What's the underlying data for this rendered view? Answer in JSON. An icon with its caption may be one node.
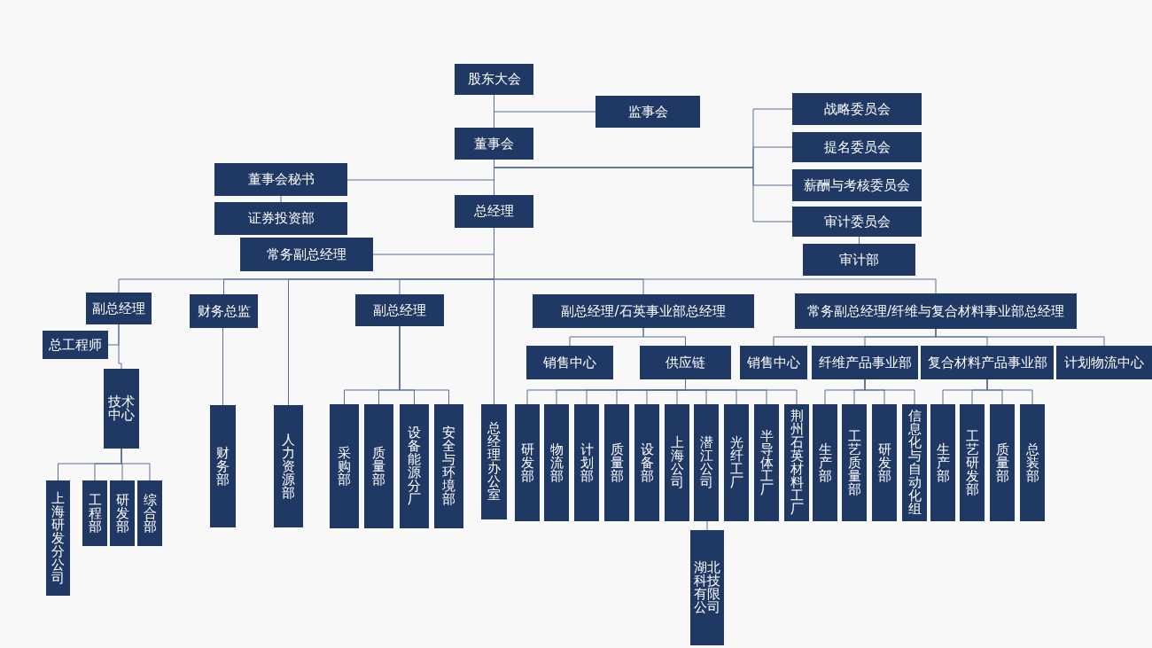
{
  "diagram": {
    "nodes": [
      {
        "text": [
          "股东大会"
        ]
      },
      {
        "text": [
          "监事会"
        ]
      },
      {
        "text": [
          "董事会"
        ]
      },
      {
        "text": [
          "战略委员会"
        ]
      },
      {
        "text": [
          "提名委员会"
        ]
      },
      {
        "text": [
          "薪酬与考核委员会"
        ]
      },
      {
        "text": [
          "审计委员会"
        ]
      },
      {
        "text": [
          "审计部"
        ]
      },
      {
        "text": [
          "董事会秘书"
        ]
      },
      {
        "text": [
          "证券投资部"
        ]
      },
      {
        "text": [
          "总经理"
        ]
      },
      {
        "text": [
          "常务副总经理"
        ]
      },
      {
        "text": [
          "副总经理"
        ]
      },
      {
        "text": [
          "总工程师"
        ]
      },
      {
        "text": [
          "技术中心"
        ]
      },
      {
        "text": [
          "上海研发分公司"
        ]
      },
      {
        "text": [
          "工程部"
        ]
      },
      {
        "text": [
          "研发部"
        ]
      },
      {
        "text": [
          "综合部"
        ]
      },
      {
        "text": [
          "财务总监"
        ]
      },
      {
        "text": [
          "财务部"
        ]
      },
      {
        "text": [
          "人力资源部"
        ]
      },
      {
        "text": [
          "副总经理"
        ]
      },
      {
        "text": [
          "采购部"
        ]
      },
      {
        "text": [
          "质量部"
        ]
      },
      {
        "text": [
          "设备能源分厂"
        ]
      },
      {
        "text": [
          "安全与环境部"
        ]
      },
      {
        "text": [
          "总经理办公室"
        ]
      },
      {
        "text": [
          "副总经理/石英事业部总经理"
        ]
      },
      {
        "text": [
          "销售中心"
        ]
      },
      {
        "text": [
          "供应链"
        ]
      },
      {
        "text": [
          "研发部"
        ]
      },
      {
        "text": [
          "物流部"
        ]
      },
      {
        "text": [
          "计划部"
        ]
      },
      {
        "text": [
          "质量部"
        ]
      },
      {
        "text": [
          "设备部"
        ]
      },
      {
        "text": [
          "上海公司"
        ]
      },
      {
        "text": [
          "潜江公司"
        ]
      },
      {
        "text": [
          "光纤工厂"
        ]
      },
      {
        "text": [
          "半导体工厂"
        ]
      },
      {
        "text": [
          "荆州石英材料工厂"
        ]
      },
      {
        "text": [
          "湖北科技有限公司"
        ]
      },
      {
        "text": [
          "常务副总经理/纤维与复合材料事业部总经理"
        ]
      },
      {
        "text": [
          "销售中心"
        ]
      },
      {
        "text": [
          "纤维产品事业部"
        ]
      },
      {
        "text": [
          "复合材料产品事业部"
        ]
      },
      {
        "text": [
          "计划物流中心"
        ]
      },
      {
        "text": [
          "生产部"
        ]
      },
      {
        "text": [
          "工艺质量部"
        ]
      },
      {
        "text": [
          "研发部"
        ]
      },
      {
        "text": [
          "信息化与自动化组"
        ]
      },
      {
        "text": [
          "生产部"
        ]
      },
      {
        "text": [
          "工艺研发部"
        ]
      },
      {
        "text": [
          "质量部"
        ]
      },
      {
        "text": [
          "总装部"
        ]
      }
    ],
    "edges": [
      {
        "from": 0,
        "to": 2,
        "arrow": "none"
      },
      {
        "from": 0,
        "to": 1,
        "arrow": "none"
      },
      {
        "from": 2,
        "to": 3,
        "arrow": "none"
      },
      {
        "from": 2,
        "to": 4,
        "arrow": "none"
      },
      {
        "from": 2,
        "to": 5,
        "arrow": "none"
      },
      {
        "from": 2,
        "to": 6,
        "arrow": "none"
      },
      {
        "from": 6,
        "to": 7,
        "arrow": "none"
      },
      {
        "from": 2,
        "to": 8,
        "arrow": "none"
      },
      {
        "from": 8,
        "to": 9,
        "arrow": "none"
      },
      {
        "from": 2,
        "to": 10,
        "arrow": "none"
      },
      {
        "from": 10,
        "to": 11,
        "arrow": "none"
      },
      {
        "from": 10,
        "to": 12,
        "arrow": "none"
      },
      {
        "from": 10,
        "to": 19,
        "arrow": "none"
      },
      {
        "from": 10,
        "to": 21,
        "arrow": "none"
      },
      {
        "from": 10,
        "to": 22,
        "arrow": "none"
      },
      {
        "from": 10,
        "to": 27,
        "arrow": "none"
      },
      {
        "from": 10,
        "to": 28,
        "arrow": "none"
      },
      {
        "from": 10,
        "to": 42,
        "arrow": "none"
      },
      {
        "from": 12,
        "to": 13,
        "arrow": "none"
      },
      {
        "from": 12,
        "to": 14,
        "arrow": "none"
      },
      {
        "from": 14,
        "to": 15,
        "arrow": "none"
      },
      {
        "from": 14,
        "to": 16,
        "arrow": "none"
      },
      {
        "from": 14,
        "to": 17,
        "arrow": "none"
      },
      {
        "from": 14,
        "to": 18,
        "arrow": "none"
      },
      {
        "from": 19,
        "to": 20,
        "arrow": "none"
      },
      {
        "from": 22,
        "to": 23,
        "arrow": "none"
      },
      {
        "from": 22,
        "to": 24,
        "arrow": "none"
      },
      {
        "from": 22,
        "to": 25,
        "arrow": "none"
      },
      {
        "from": 22,
        "to": 26,
        "arrow": "none"
      },
      {
        "from": 28,
        "to": 29,
        "arrow": "none"
      },
      {
        "from": 28,
        "to": 30,
        "arrow": "none"
      },
      {
        "from": 30,
        "to": 31,
        "arrow": "none"
      },
      {
        "from": 30,
        "to": 32,
        "arrow": "none"
      },
      {
        "from": 30,
        "to": 33,
        "arrow": "none"
      },
      {
        "from": 30,
        "to": 34,
        "arrow": "none"
      },
      {
        "from": 30,
        "to": 35,
        "arrow": "none"
      },
      {
        "from": 30,
        "to": 36,
        "arrow": "none"
      },
      {
        "from": 30,
        "to": 37,
        "arrow": "none"
      },
      {
        "from": 30,
        "to": 38,
        "arrow": "none"
      },
      {
        "from": 30,
        "to": 39,
        "arrow": "none"
      },
      {
        "from": 30,
        "to": 40,
        "arrow": "none"
      },
      {
        "from": 37,
        "to": 41,
        "arrow": "none"
      },
      {
        "from": 42,
        "to": 43,
        "arrow": "none"
      },
      {
        "from": 42,
        "to": 44,
        "arrow": "none"
      },
      {
        "from": 42,
        "to": 45,
        "arrow": "none"
      },
      {
        "from": 42,
        "to": 46,
        "arrow": "none"
      },
      {
        "from": 44,
        "to": 47,
        "arrow": "none"
      },
      {
        "from": 44,
        "to": 48,
        "arrow": "none"
      },
      {
        "from": 44,
        "to": 49,
        "arrow": "none"
      },
      {
        "from": 44,
        "to": 50,
        "arrow": "none"
      },
      {
        "from": 45,
        "to": 51,
        "arrow": "none"
      },
      {
        "from": 45,
        "to": 52,
        "arrow": "none"
      },
      {
        "from": 45,
        "to": 53,
        "arrow": "none"
      },
      {
        "from": 45,
        "to": 54,
        "arrow": "none"
      }
    ]
  }
}
